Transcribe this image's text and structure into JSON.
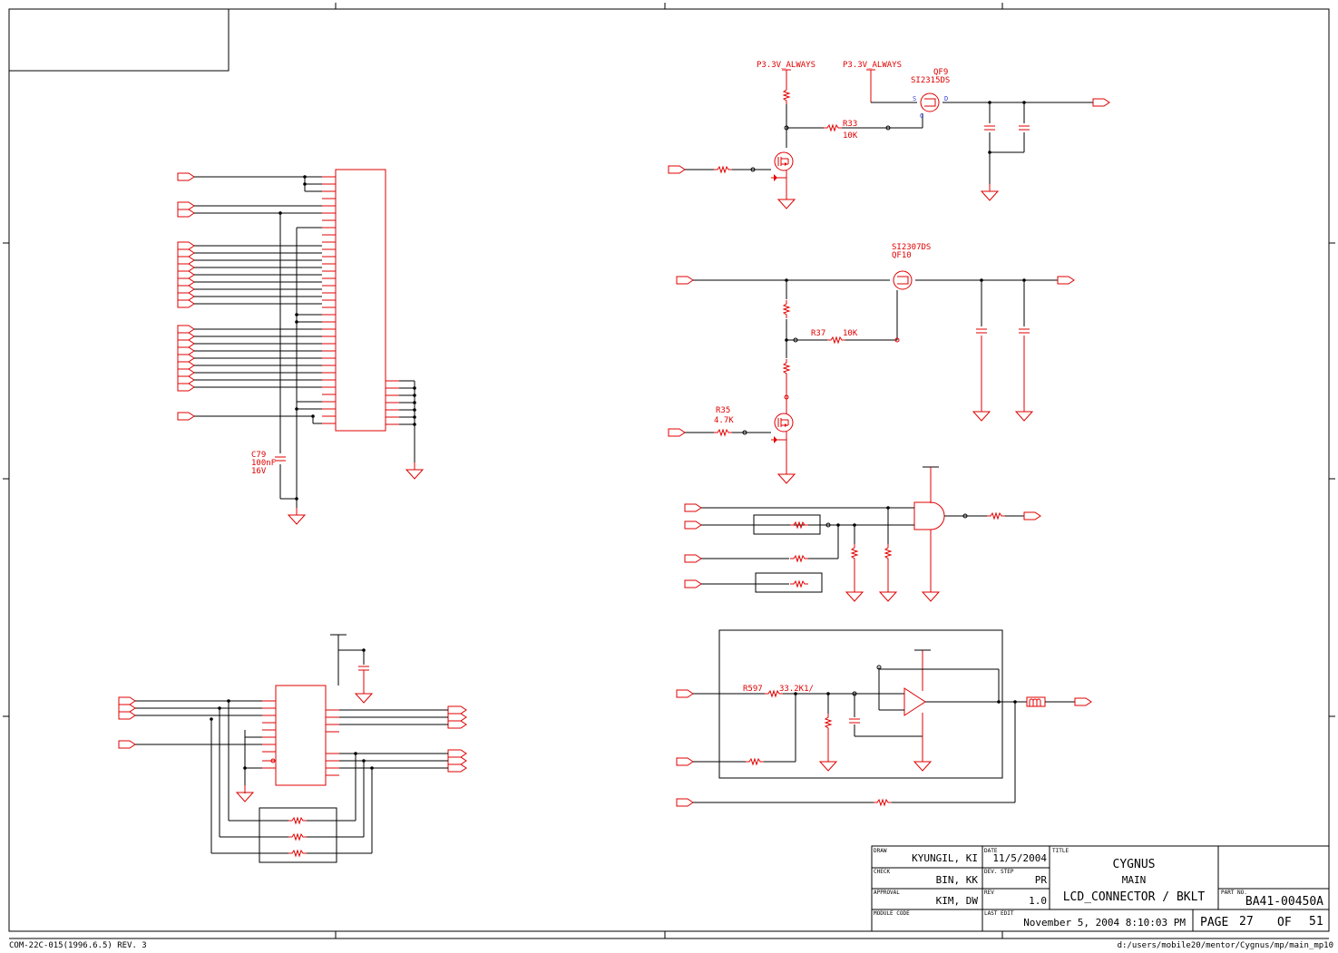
{
  "labels": {
    "p33_always_1": "P3.3V_ALWAYS",
    "p33_always_2": "P3.3V_ALWAYS",
    "qf9_ref": "QF9",
    "qf9_part": "SI2315DS",
    "r33_ref": "R33",
    "r33_val": "10K",
    "qf10_part": "SI2307DS",
    "qf10_ref": "QF10",
    "r37_ref": "R37",
    "r37_val": "10K",
    "r35_ref": "R35",
    "r35_val": "4.7K",
    "c79_ref": "C79",
    "c79_val": "100nF",
    "c79_volt": "16V",
    "r597": "R597",
    "r597_val": "33.2K1/"
  },
  "title_block": {
    "draw_label": "DRAW",
    "draw_value": "KYUNGIL, KI",
    "date_label": "DATE",
    "date_value": "11/5/2004",
    "title_label": "TITLE",
    "check_label": "CHECK",
    "check_value": "BIN, KK",
    "dev_step_label": "DEV. STEP",
    "dev_step_value": "PR",
    "approval_label": "APPROVAL",
    "approval_value": "KIM, DW",
    "rev_label": "REV",
    "rev_value": "1.0",
    "module_code_label": "MODULE CODE",
    "last_edit_label": "LAST EDIT",
    "last_edit_value": "November 5, 2004  8:10:03 PM",
    "title_line1": "CYGNUS",
    "title_line2": "MAIN",
    "title_line3": "LCD_CONNECTOR / BKLT",
    "part_no_label": "PART NO.",
    "part_no_value": "BA41-00450A",
    "page_label": "PAGE",
    "page_value": "27",
    "of_label": "OF",
    "total_value": "51"
  },
  "footer": {
    "form_code": "COM-22C-015(1996.6.5) REV. 3",
    "path": "d:/users/mobile20/mentor/Cygnus/mp/main_mp10"
  },
  "colors": {
    "wire": "#000000",
    "component": "#e00000",
    "pin_marker": "#3040d0"
  }
}
